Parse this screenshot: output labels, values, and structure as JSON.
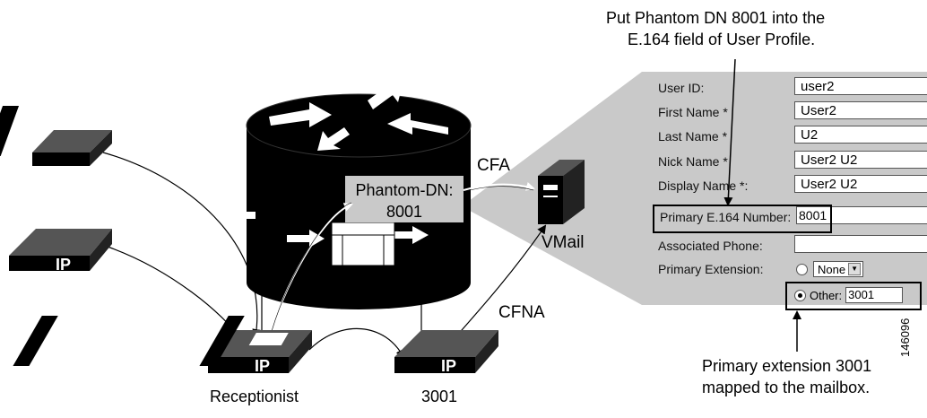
{
  "annotations": {
    "top_note_line1": "Put Phantom DN 8001 into the",
    "top_note_line2": "E.164 field of User Profile.",
    "bottom_note_line1": "Primary extension 3001",
    "bottom_note_line2": "mapped to the mailbox.",
    "figure_id": "146096"
  },
  "router": {
    "phantom_label_line1": "Phantom-DN:",
    "phantom_label_line2": "8001"
  },
  "edges": {
    "cfa": "CFA",
    "cfna": "CFNA"
  },
  "nodes": {
    "vmail": "VMail",
    "receptionist": "Receptionist",
    "ext_phone": "3001"
  },
  "form": {
    "user_id_label": "User ID:",
    "user_id_value": "user2",
    "first_name_label": "First Name *",
    "first_name_value": "User2",
    "last_name_label": "Last Name *",
    "last_name_value": "U2",
    "nick_name_label": "Nick Name *",
    "nick_name_value": "User2 U2",
    "display_name_label": "Display Name *:",
    "display_name_value": "User2 U2",
    "e164_label": "Primary E.164 Number:",
    "e164_value": "8001",
    "assoc_phone_label": "Associated Phone:",
    "assoc_phone_value": "",
    "primary_ext_label": "Primary Extension:",
    "primary_ext_none": "None",
    "primary_ext_other_label": "Other:",
    "primary_ext_other_value": "3001"
  },
  "phone_badge": "IP"
}
